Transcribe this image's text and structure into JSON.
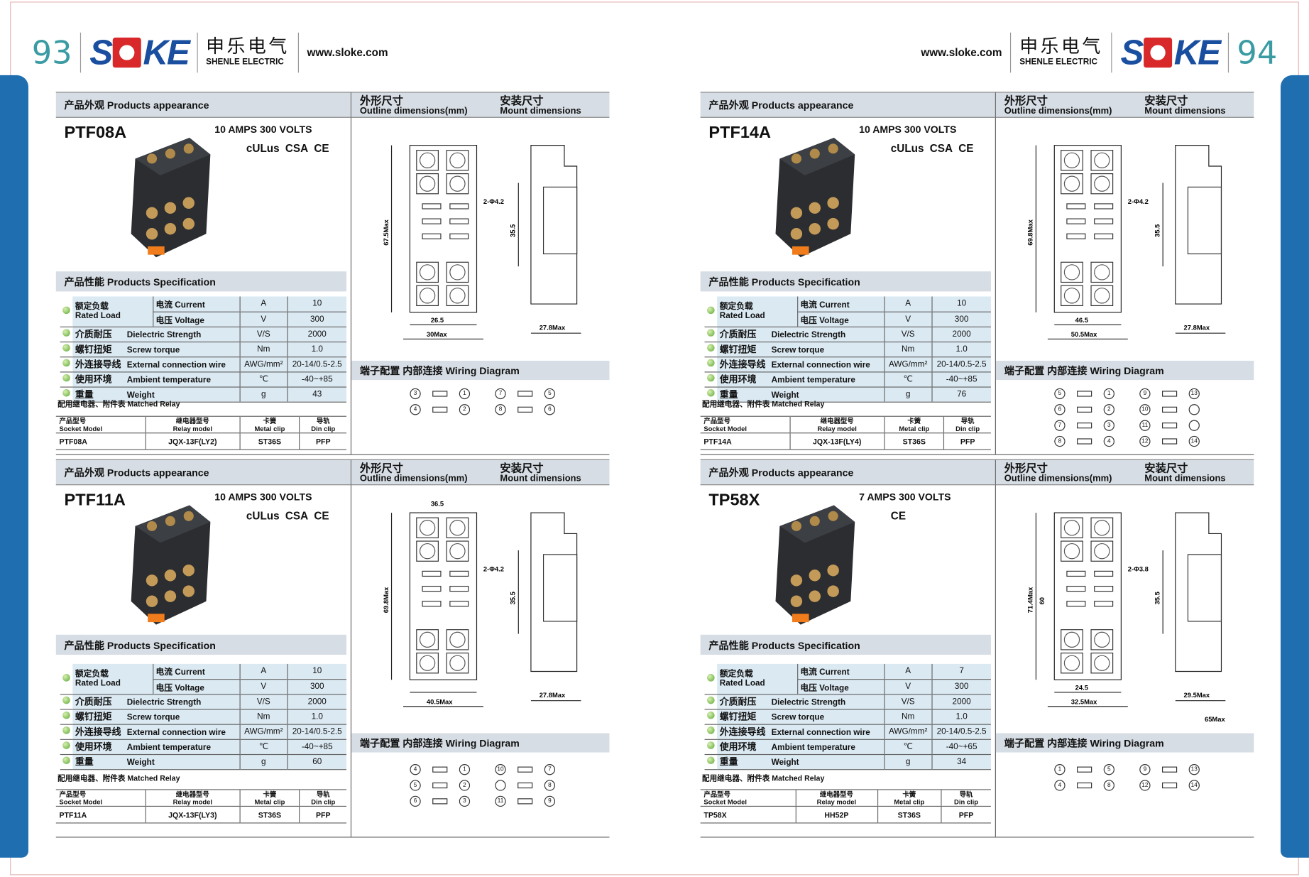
{
  "header_left": {
    "page": "93",
    "brand": "SLOKE",
    "cn": "申乐电气",
    "en": "SHENLE ELECTRIC",
    "url": "www.sloke.com"
  },
  "header_right": {
    "page": "94",
    "brand": "SLOKE",
    "cn": "申乐电气",
    "en": "SHENLE ELECTRIC",
    "url": "www.sloke.com"
  },
  "labels": {
    "appearance": "产品外观 Products appearance",
    "outline_cn": "外形尺寸",
    "outline_en": "Outline dimensions(mm)",
    "mount_cn": "安装尺寸",
    "mount_en": "Mount dimensions",
    "spec": "产品性能 Products Specification",
    "matched": "配用继电器、附件表 Matched Relay",
    "wiring": "端子配置 内部连接  Wiring Diagram",
    "rated_cn": "额定负载",
    "rated_en": "Rated Load",
    "current": "电流  Current",
    "voltage": "电压  Voltage",
    "rows": [
      [
        "介质耐压",
        "Dielectric Strength",
        "V/S"
      ],
      [
        "螺钉扭矩",
        "Screw torque",
        "Nm"
      ],
      [
        "外连接导线",
        "External connection wire",
        "AWG/mm²"
      ],
      [
        "使用环境",
        "Ambient temperature",
        "℃"
      ],
      [
        "重量",
        "Weight",
        "g"
      ]
    ],
    "unit_a": "A",
    "unit_v": "V",
    "mh": [
      [
        "产品型号",
        "Socket Model"
      ],
      [
        "继电器型号",
        "Relay model"
      ],
      [
        "卡簧",
        "Metal clip"
      ],
      [
        "导轨",
        "Din clip"
      ]
    ]
  },
  "products": [
    {
      "model": "PTF08A",
      "rating": "10 AMPS 300 VOLTS",
      "certs": [
        "cULus",
        "CSA",
        "CE"
      ],
      "current": "10",
      "voltage": "300",
      "dielectric": "2000",
      "torque": "1.0",
      "wire": "20-14/0.5-2.5",
      "temp": "-40~+85",
      "weight": "43",
      "relay": "JQX-13F(LY2)",
      "clip": "ST36S",
      "din": "PFP",
      "dims": {
        "height": "67.5Max",
        "inner": "26.5",
        "outer": "30Max",
        "hole": "2-Φ4.2",
        "mount_h": "35.5",
        "depth": "27.8Max"
      },
      "wiring": {
        "left": [
          [
            "3",
            "1"
          ],
          [
            "4",
            "2"
          ]
        ],
        "right": [
          [
            "7",
            "5"
          ],
          [
            "8",
            "6"
          ]
        ]
      }
    },
    {
      "model": "PTF14A",
      "rating": "10 AMPS 300 VOLTS",
      "certs": [
        "cULus",
        "CSA",
        "CE"
      ],
      "current": "10",
      "voltage": "300",
      "dielectric": "2000",
      "torque": "1.0",
      "wire": "20-14/0.5-2.5",
      "temp": "-40~+85",
      "weight": "76",
      "relay": "JQX-13F(LY4)",
      "clip": "ST36S",
      "din": "PFP",
      "dims": {
        "height": "69.8Max",
        "inner": "46.5",
        "outer": "50.5Max",
        "hole": "2-Φ4.2",
        "mount_h": "35.5",
        "depth": "27.8Max"
      },
      "wiring": {
        "left": [
          [
            "5",
            "1"
          ],
          [
            "6",
            "2"
          ],
          [
            "7",
            "3"
          ],
          [
            "8",
            "4"
          ]
        ],
        "right": [
          [
            "9",
            "13"
          ],
          [
            "10",
            " "
          ],
          [
            "11",
            " "
          ],
          [
            "12",
            "14"
          ]
        ]
      }
    },
    {
      "model": "PTF11A",
      "rating": "10 AMPS 300 VOLTS",
      "certs": [
        "cULus",
        "CSA",
        "CE"
      ],
      "current": "10",
      "voltage": "300",
      "dielectric": "2000",
      "torque": "1.0",
      "wire": "20-14/0.5-2.5",
      "temp": "-40~+85",
      "weight": "60",
      "relay": "JQX-13F(LY3)",
      "clip": "ST36S",
      "din": "PFP",
      "dims": {
        "top": "36.5",
        "height": "69.8Max",
        "outer": "40.5Max",
        "hole": "2-Φ4.2",
        "mount_h": "35.5",
        "depth": "27.8Max"
      },
      "wiring": {
        "left": [
          [
            "4",
            "1"
          ],
          [
            "5",
            "2"
          ],
          [
            "6",
            "3"
          ]
        ],
        "right": [
          [
            "10",
            "7"
          ],
          [
            " ",
            "8"
          ],
          [
            "11",
            "9"
          ]
        ]
      }
    },
    {
      "model": "TP58X",
      "rating": "7 AMPS 300 VOLTS",
      "certs": [
        "CE"
      ],
      "current": "7",
      "voltage": "300",
      "dielectric": "2000",
      "torque": "1.0",
      "wire": "20-14/0.5-2.5",
      "temp": "-40~+65",
      "weight": "34",
      "relay": "HH52P",
      "clip": "ST36S",
      "din": "PFP",
      "dims": {
        "hole": "2-Φ3.8",
        "height": "71.4Max",
        "height2": "60",
        "inner": "24.5",
        "outer": "32.5Max",
        "mount_h": "35.5",
        "depth": "29.5Max",
        "depth2": "65Max"
      },
      "wiring": {
        "left": [
          [
            "1",
            "5"
          ],
          [
            "4",
            "8"
          ]
        ],
        "right": [
          [
            "9",
            "13"
          ],
          [
            "12",
            "14"
          ]
        ]
      }
    }
  ],
  "colors": {
    "brand_blue": "#1a4fa0",
    "logo_red": "#d8282a",
    "page_num": "#3a9ba3",
    "tab_blue": "#1f6fb0",
    "bar_gray": "#d6dde4",
    "row_blue": "#dbe9f2"
  }
}
